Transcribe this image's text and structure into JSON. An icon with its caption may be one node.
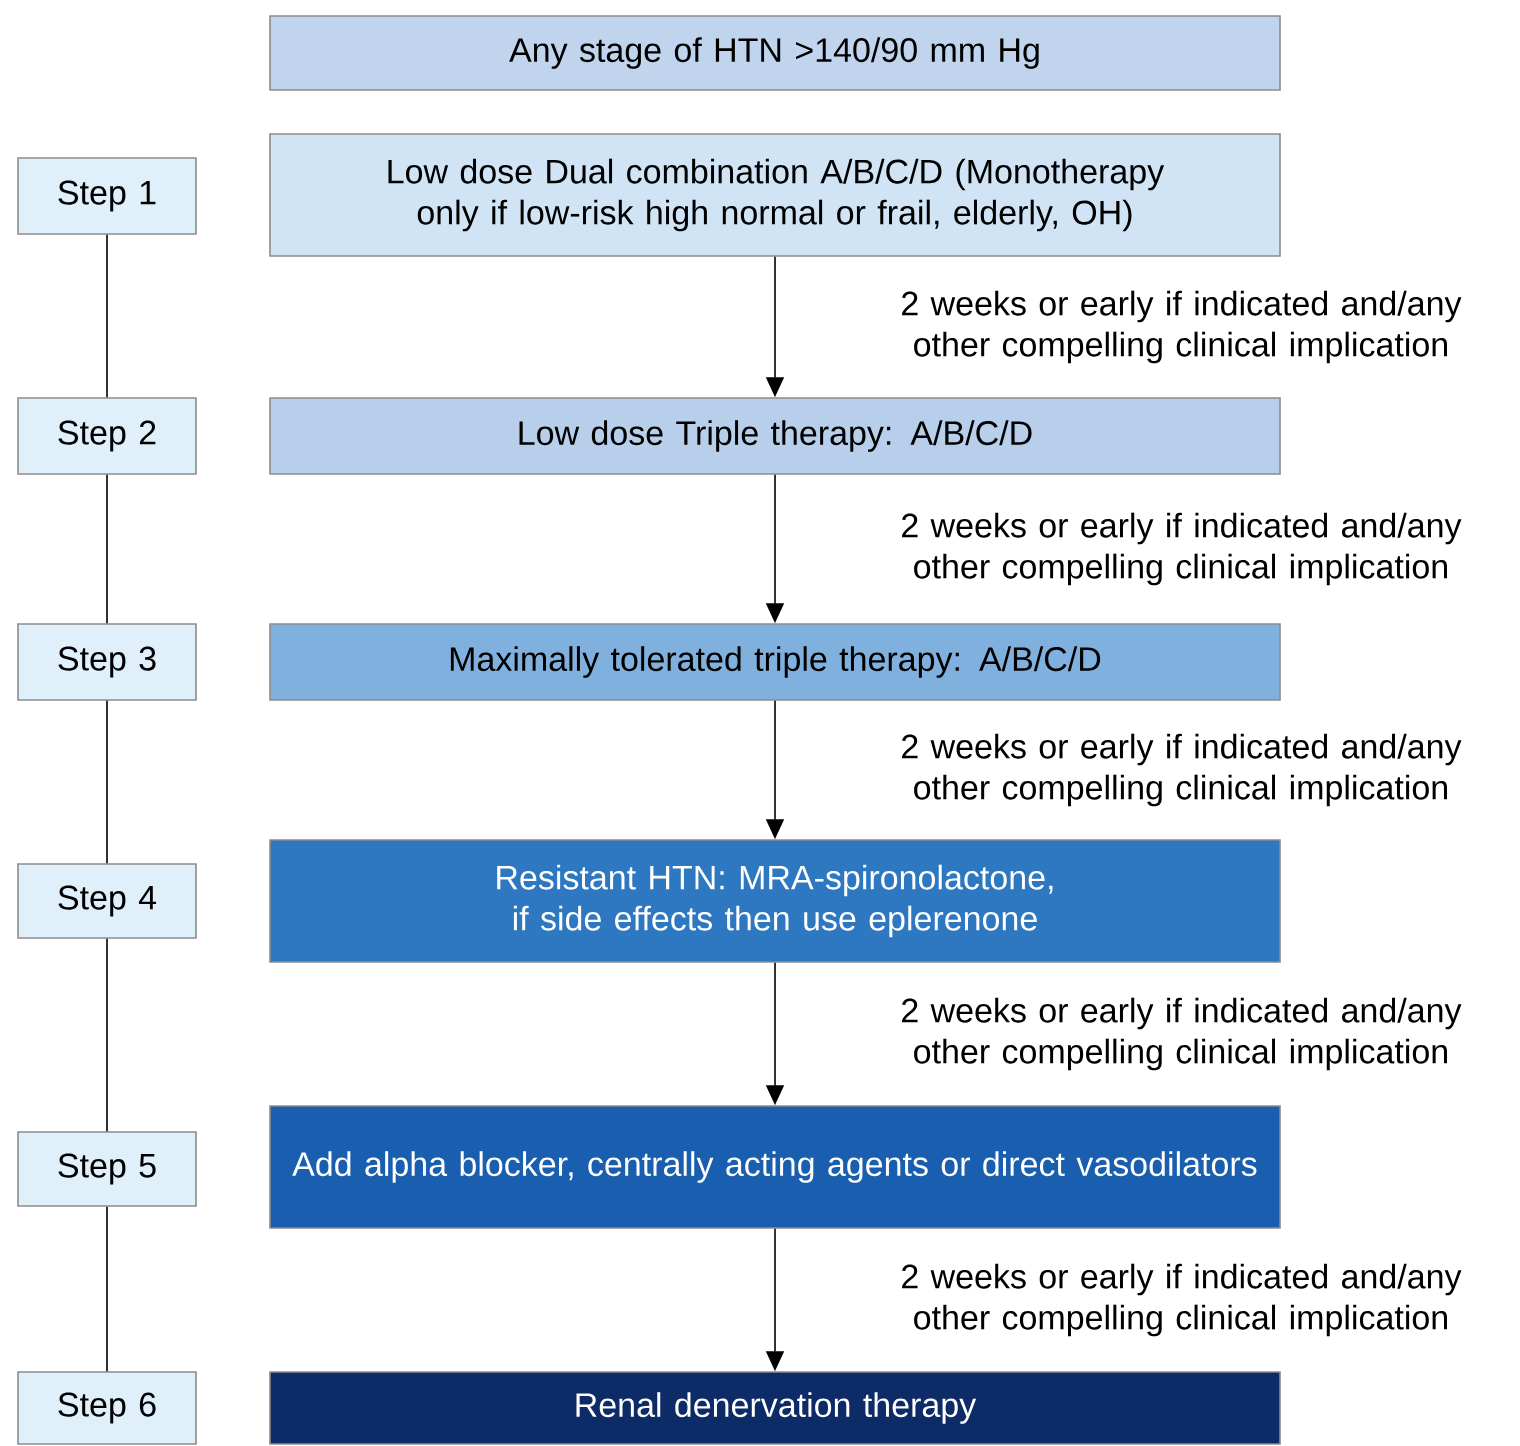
{
  "diagram": {
    "nodes": [
      {
        "text": [
          "Any stage of HTN >140/90 mm Hg"
        ]
      },
      {
        "text": [
          "Step 1"
        ]
      },
      {
        "text": [
          "Low dose Dual combination A/B/C/D (Monotherapy only if low-risk high normal or frail, elderly, OH)"
        ]
      },
      {
        "text": [
          "Step 2"
        ]
      },
      {
        "text": [
          "Low dose Triple therapy: A/B/C/D"
        ]
      },
      {
        "text": [
          "Step 3"
        ]
      },
      {
        "text": [
          "Maximally tolerated triple therapy: A/B/C/D"
        ]
      },
      {
        "text": [
          "Step 4"
        ]
      },
      {
        "text": [
          "Resistant HTN: MRA-spironolactone, if side effects then use eplerenone"
        ]
      },
      {
        "text": [
          "Step 5"
        ]
      },
      {
        "text": [
          "Add alpha blocker, centrally acting agents or direct vasodilators"
        ]
      },
      {
        "text": [
          "Step 6"
        ]
      },
      {
        "text": [
          "Renal denervation therapy"
        ]
      }
    ],
    "edges": [
      {
        "from": 2,
        "to": 4,
        "arrow": "to",
        "label": "2 weeks or early if indicated and/any other compelling clinical implication"
      },
      {
        "from": 4,
        "to": 6,
        "arrow": "to",
        "label": "2 weeks or early if indicated and/any other compelling clinical implication"
      },
      {
        "from": 6,
        "to": 8,
        "arrow": "to",
        "label": "2 weeks or early if indicated and/any other compelling clinical implication"
      },
      {
        "from": 8,
        "to": 10,
        "arrow": "to",
        "label": "2 weeks or early if indicated and/any other compelling clinical implication"
      },
      {
        "from": 10,
        "to": 12,
        "arrow": "to",
        "label": "2 weeks or early if indicated and/any other compelling clinical implication"
      },
      {
        "from": 1,
        "to": 3,
        "arrow": "none"
      },
      {
        "from": 3,
        "to": 5,
        "arrow": "none"
      },
      {
        "from": 5,
        "to": 7,
        "arrow": "none"
      },
      {
        "from": 7,
        "to": 9,
        "arrow": "none"
      },
      {
        "from": 9,
        "to": 11,
        "arrow": "none"
      }
    ]
  }
}
